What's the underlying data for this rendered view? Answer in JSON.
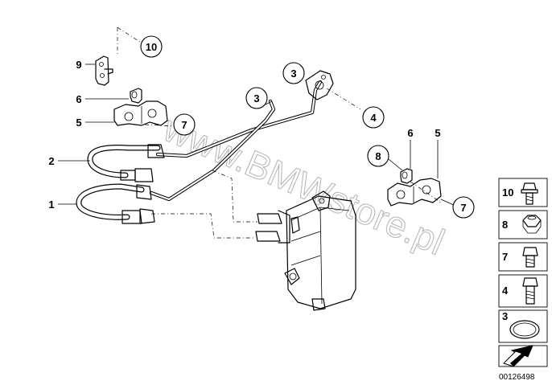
{
  "watermark": "www.BMWstore.pl",
  "document_number": "00126498",
  "callouts": [
    {
      "id": "callout-10",
      "label": "10"
    },
    {
      "id": "callout-9",
      "label": "9"
    },
    {
      "id": "callout-6-left",
      "label": "6"
    },
    {
      "id": "callout-5-left",
      "label": "5"
    },
    {
      "id": "callout-7-left",
      "label": "7"
    },
    {
      "id": "callout-2",
      "label": "2"
    },
    {
      "id": "callout-1",
      "label": "1"
    },
    {
      "id": "callout-3-upper",
      "label": "3"
    },
    {
      "id": "callout-3-lower",
      "label": "3"
    },
    {
      "id": "callout-4",
      "label": "4"
    },
    {
      "id": "callout-6-right",
      "label": "6"
    },
    {
      "id": "callout-5-right",
      "label": "5"
    },
    {
      "id": "callout-8",
      "label": "8"
    },
    {
      "id": "callout-7-right",
      "label": "7"
    }
  ],
  "legend": [
    {
      "label": "10",
      "icon": "bolt-flange-icon"
    },
    {
      "label": "8",
      "icon": "hex-nut-icon"
    },
    {
      "label": "7",
      "icon": "bolt-short-icon"
    },
    {
      "label": "4",
      "icon": "bolt-long-icon"
    },
    {
      "label": "3",
      "icon": "seal-ring-icon"
    }
  ]
}
